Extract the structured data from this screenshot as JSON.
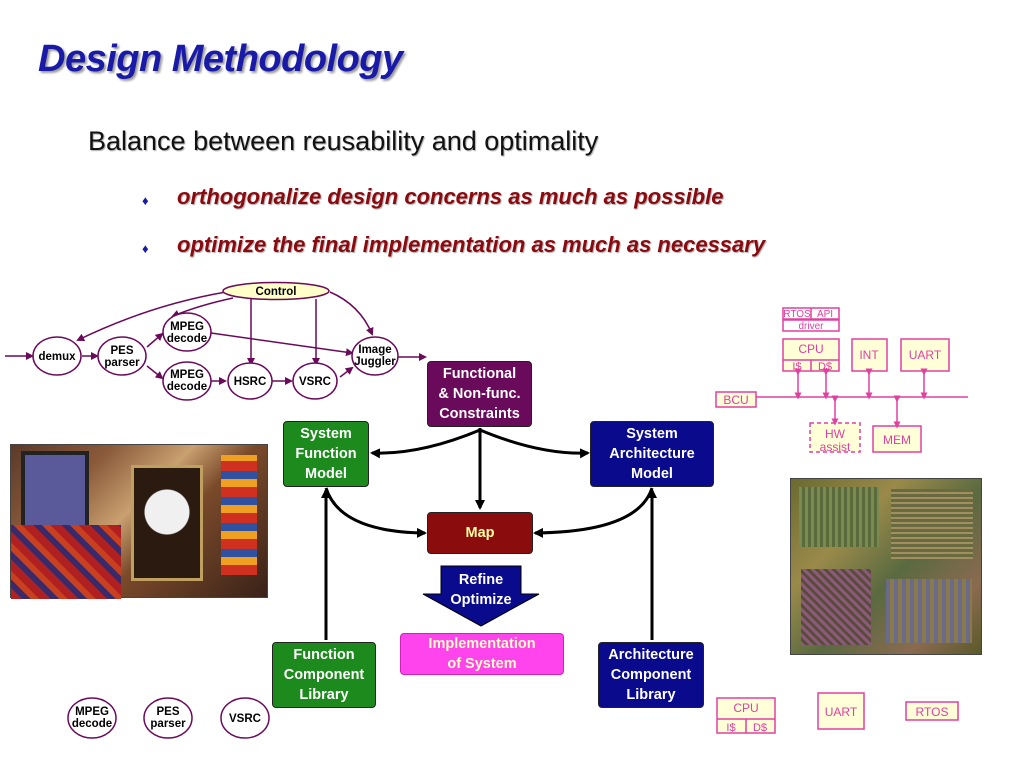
{
  "title": "Design Methodology",
  "subtitle": "Balance between reusability and optimality",
  "bullets": [
    "orthogonalize design concerns as much as possible",
    "optimize the final implementation as much as necessary"
  ],
  "flow": {
    "constraints": "Functional\n& Non-func.\nConstraints",
    "system_function_model": "System\nFunction\nModel",
    "system_architecture_model": "System\nArchitecture\nModel",
    "map": "Map",
    "refine": "Refine\nOptimize",
    "implementation": "Implementation\nof System",
    "function_library": "Function\nComponent\nLibrary",
    "architecture_library": "Architecture\nComponent\nLibrary"
  },
  "dataflow": {
    "control": "Control",
    "demux": "demux",
    "pes": [
      "PES",
      "parser"
    ],
    "mpeg_top": [
      "MPEG",
      "decode"
    ],
    "mpeg_bottom": [
      "MPEG",
      "decode"
    ],
    "hsrc": "HSRC",
    "vsrc": "VSRC",
    "image": [
      "Image",
      "Juggler"
    ]
  },
  "library_nodes": {
    "mpeg": [
      "MPEG",
      "decode"
    ],
    "pes": [
      "PES",
      "parser"
    ],
    "vsrc": "VSRC"
  },
  "arch": {
    "rtos": "RTOS",
    "api": "API",
    "driver": "driver",
    "cpu": "CPU",
    "icache": "I$",
    "dcache": "D$",
    "int": "INT",
    "uart": "UART",
    "bcu": "BCU",
    "hw": "HW",
    "assist": "assist",
    "mem": "MEM"
  },
  "arch_library": {
    "cpu": "CPU",
    "icache": "I$",
    "dcache": "D$",
    "uart": "UART",
    "rtos": "RTOS"
  },
  "colors": {
    "title": "#1a1aa8",
    "bullet_text": "#8b0a10",
    "constraints": "#6a0a5a",
    "function": "#1c8a1c",
    "architecture": "#0a0a8c",
    "map": "#8a0c0c",
    "refine": "#0a0a8c",
    "implementation": "#ff44ee",
    "dataflow_node": "#6a0a5a",
    "control_fill": "#ffffc8",
    "arch_pink": "#e040a0",
    "arch_fill": "#ffffd8"
  }
}
